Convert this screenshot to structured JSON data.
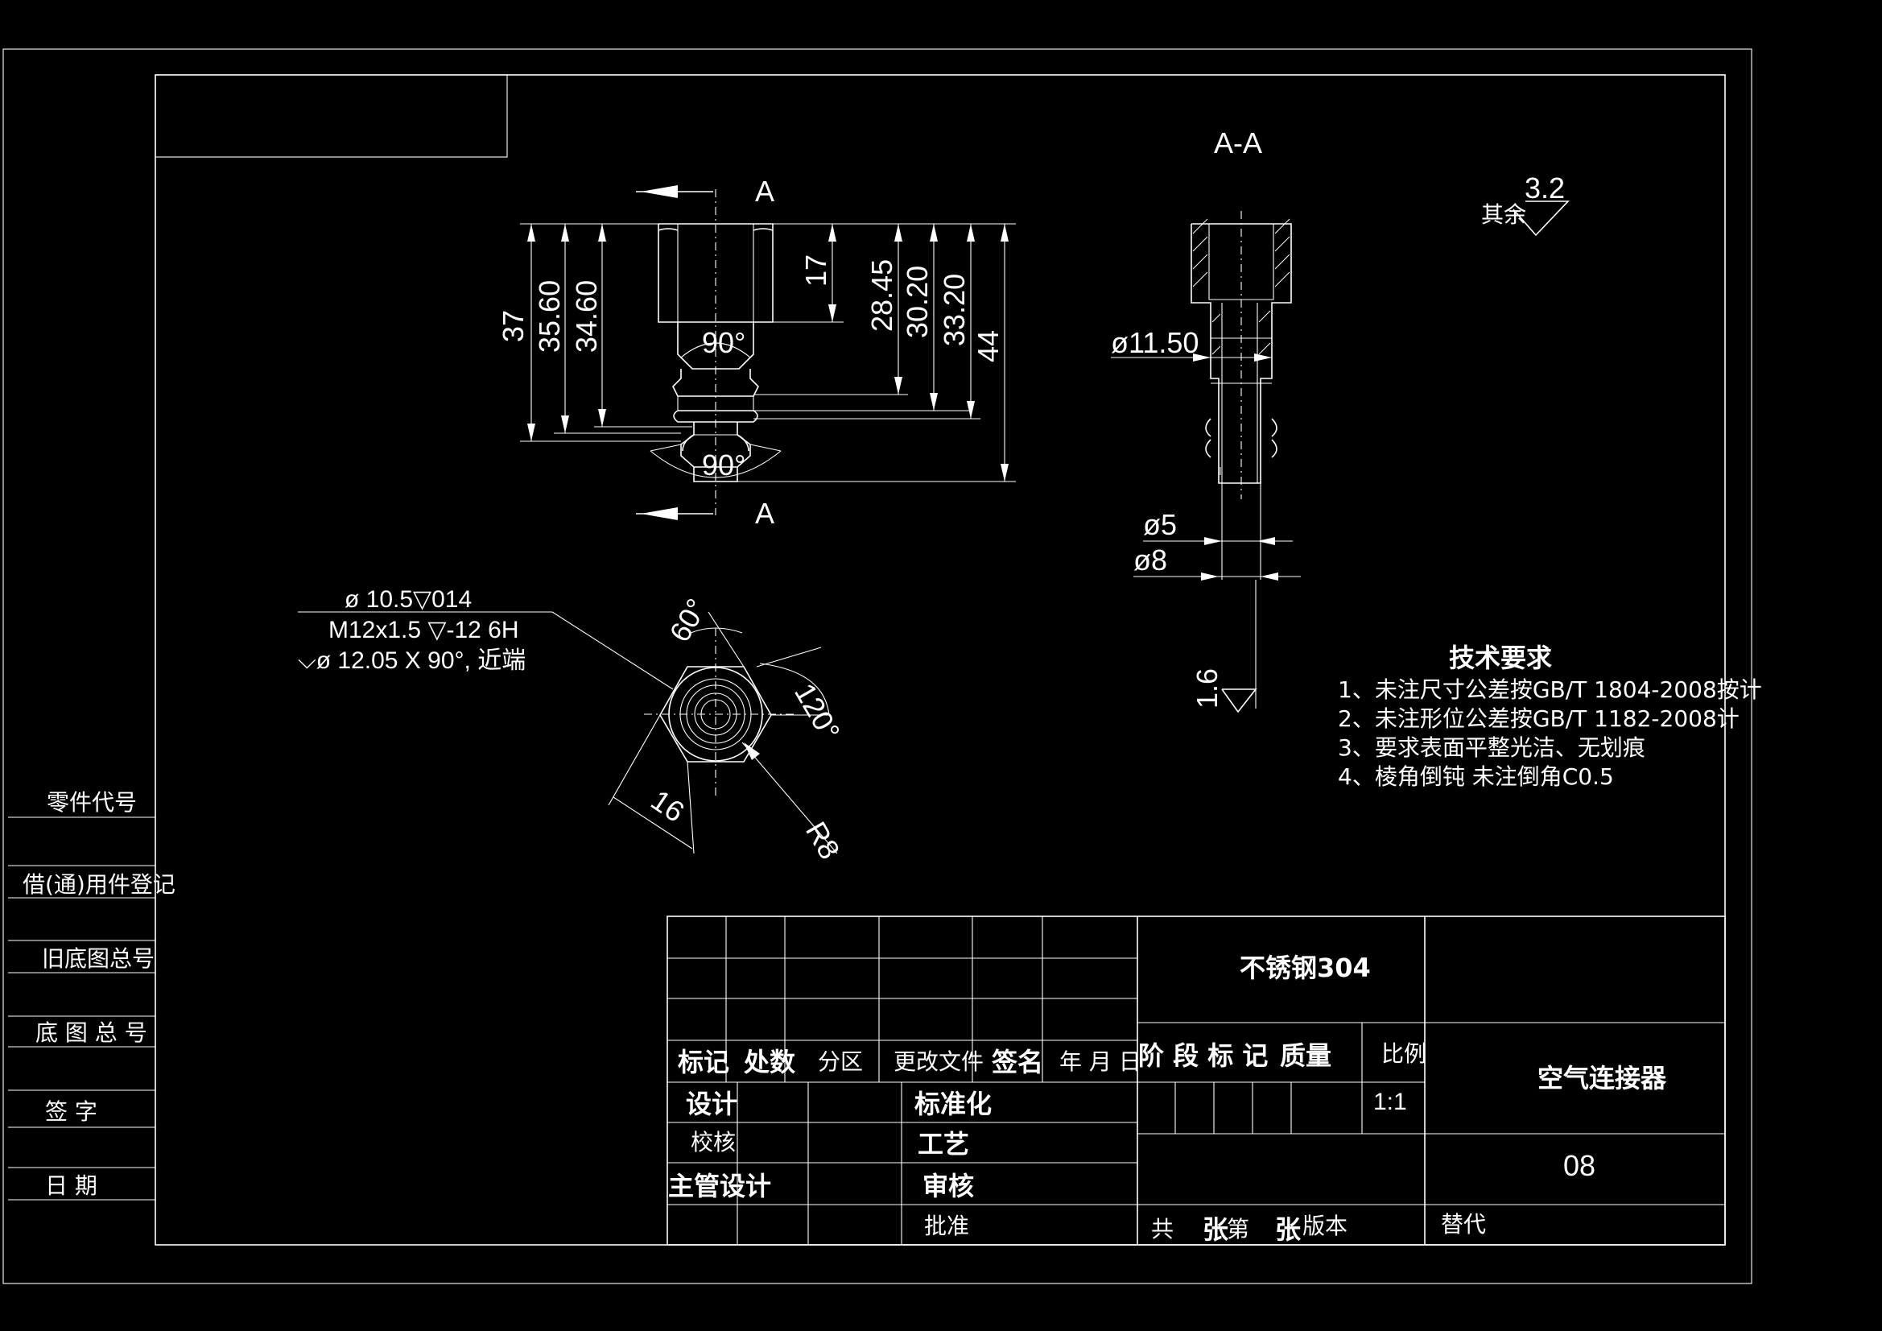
{
  "section_labels": {
    "cut_top": "A",
    "cut_bottom": "A",
    "section_title": "A-A"
  },
  "front_view_dims": {
    "d37": "37",
    "d35_60": "35.60",
    "d34_60": "34.60",
    "d17": "17",
    "d28_45": "28.45",
    "d30_20": "30.20",
    "d33_20": "33.20",
    "d44": "44",
    "angle_top": "90°",
    "angle_bottom": "90°"
  },
  "section_dims": {
    "dia_11_50": "ø11.50",
    "dia_5": "ø5",
    "dia_8": "ø8",
    "rough_1_6": "1.6"
  },
  "roughness": {
    "rest_label": "其余",
    "value": "3.2"
  },
  "hole_callout": {
    "line1": "ø  10.5▽014",
    "line2": "M12x1.5 ▽-12 6H",
    "line3": "⌵ø  12.05 X 90°, 近端"
  },
  "bottom_view_dims": {
    "angle_60": "60°",
    "angle_120": "120°",
    "d16": "16",
    "r8": "R8"
  },
  "tech_requirements": {
    "title": "技术要求",
    "items": [
      "1、未注尺寸公差按GB/T 1804-2008按计",
      "2、未注形位公差按GB/T 1182-2008计",
      "3、要求表面平整光洁、无划痕",
      "4、棱角倒钝 未注倒角C0.5"
    ]
  },
  "left_strip": {
    "labels": [
      "零件代号",
      "借(通)用件登记",
      "旧底图总号",
      "底 图 总 号",
      "签    字",
      "日    期"
    ]
  },
  "title_block": {
    "material": "不锈钢304",
    "part_name": "空气连接器",
    "drawing_no": "08",
    "scale": "1:1",
    "header_row": [
      "标记",
      "处数",
      "分区",
      "更改文件",
      "签名",
      "年 月 日"
    ],
    "stage_headers": [
      "阶 段 标 记",
      "质量",
      "比例"
    ],
    "roles": {
      "design": "设计",
      "check": "校核",
      "supervisor": "主管设计",
      "standard": "标准化",
      "process": "工艺",
      "review": "审核",
      "approve": "批准"
    },
    "sheet": {
      "total": "共",
      "sheet_unit_1": "张",
      "page": "第",
      "sheet_unit_2": "张",
      "version": "版本"
    },
    "replace": "替代"
  }
}
